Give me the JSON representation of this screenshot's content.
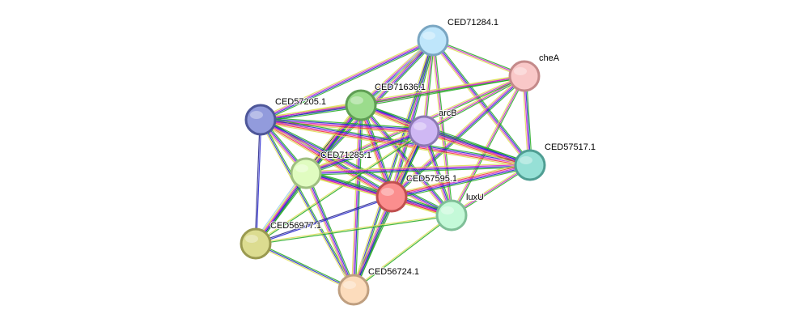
{
  "nodes": [
    {
      "id": "CED71284.1",
      "label": "CED71284.1",
      "fill": "#bfe6fb",
      "stroke": "#7aa6c2"
    },
    {
      "id": "cheA",
      "label": "cheA",
      "fill": "#f9c8c8",
      "stroke": "#c48a8a"
    },
    {
      "id": "CED71636.1",
      "label": "CED71636.1",
      "fill": "#9bdc8c",
      "stroke": "#5f9e54"
    },
    {
      "id": "CED57205.1",
      "label": "CED57205.1",
      "fill": "#929bdc",
      "stroke": "#4e5799"
    },
    {
      "id": "arcB",
      "label": "arcB",
      "fill": "#cfb8f4",
      "stroke": "#8c79b3"
    },
    {
      "id": "CED57517.1",
      "label": "CED57517.1",
      "fill": "#96e0d6",
      "stroke": "#4f9e93"
    },
    {
      "id": "CED71285.1",
      "label": "CED71285.1",
      "fill": "#e0fcc0",
      "stroke": "#9fbf80"
    },
    {
      "id": "CED57595.1",
      "label": "CED57595.1",
      "fill": "#fb8e8e",
      "stroke": "#c04f4f"
    },
    {
      "id": "luxU",
      "label": "luxU",
      "fill": "#c4f9d8",
      "stroke": "#7fbf97"
    },
    {
      "id": "CED56977.1",
      "label": "CED56977.1",
      "fill": "#dcdc90",
      "stroke": "#9a9a50"
    },
    {
      "id": "CED56724.1",
      "label": "CED56724.1",
      "fill": "#fcdcbc",
      "stroke": "#bf9f80"
    }
  ],
  "edges": [
    [
      "CED71284.1",
      "cheA",
      [
        "#22aa22",
        "#cc22cc",
        "#dddd55"
      ]
    ],
    [
      "CED71284.1",
      "CED71636.1",
      [
        "#22aa22",
        "#2222cc",
        "#cc22cc",
        "#dddd55"
      ]
    ],
    [
      "CED71284.1",
      "CED57205.1",
      [
        "#22aa22",
        "#2222cc",
        "#cc22cc",
        "#dddd55"
      ]
    ],
    [
      "CED71284.1",
      "arcB",
      [
        "#22aa22",
        "#cc22cc",
        "#dddd55"
      ]
    ],
    [
      "CED71284.1",
      "CED57517.1",
      [
        "#22aa22",
        "#2222cc",
        "#cc22cc",
        "#dddd55"
      ]
    ],
    [
      "CED71284.1",
      "CED71285.1",
      [
        "#22aa22",
        "#2222cc",
        "#cc22cc",
        "#dddd55",
        "#99ccee"
      ]
    ],
    [
      "CED71284.1",
      "CED57595.1",
      [
        "#22aa22",
        "#2222cc",
        "#cc22cc",
        "#dddd55"
      ]
    ],
    [
      "CED71284.1",
      "luxU",
      [
        "#22aa22",
        "#cc22cc",
        "#dddd55"
      ]
    ],
    [
      "CED71284.1",
      "CED56724.1",
      [
        "#22aa22",
        "#2222cc",
        "#dddd55"
      ]
    ],
    [
      "cheA",
      "CED71636.1",
      [
        "#22aa22",
        "#cc22cc",
        "#dddd55"
      ]
    ],
    [
      "cheA",
      "CED57205.1",
      [
        "#22aa22",
        "#cc22cc",
        "#dddd55"
      ]
    ],
    [
      "cheA",
      "arcB",
      [
        "#22aa22",
        "#cc22cc",
        "#dddd55"
      ]
    ],
    [
      "cheA",
      "CED57517.1",
      [
        "#22aa22",
        "#2222cc",
        "#cc22cc",
        "#dddd55"
      ]
    ],
    [
      "cheA",
      "CED71285.1",
      [
        "#22aa22",
        "#cc22cc",
        "#dddd55"
      ]
    ],
    [
      "cheA",
      "CED57595.1",
      [
        "#22aa22",
        "#2222cc",
        "#cc22cc",
        "#dddd55"
      ]
    ],
    [
      "cheA",
      "luxU",
      [
        "#22aa22",
        "#cc22cc",
        "#dddd55"
      ]
    ],
    [
      "CED71636.1",
      "CED57205.1",
      [
        "#22aa22",
        "#2222cc",
        "#cc22cc",
        "#dddd55"
      ]
    ],
    [
      "CED71636.1",
      "arcB",
      [
        "#22aa22",
        "#2222cc",
        "#cc22cc",
        "#ee3333",
        "#dddd55"
      ]
    ],
    [
      "CED71636.1",
      "CED57517.1",
      [
        "#22aa22",
        "#2222cc",
        "#cc22cc",
        "#dddd55"
      ]
    ],
    [
      "CED71636.1",
      "CED71285.1",
      [
        "#22aa22",
        "#2222cc",
        "#cc22cc",
        "#222222",
        "#dddd55"
      ]
    ],
    [
      "CED71636.1",
      "CED57595.1",
      [
        "#22aa22",
        "#2222cc",
        "#cc22cc",
        "#ee3333",
        "#dddd55"
      ]
    ],
    [
      "CED71636.1",
      "luxU",
      [
        "#22aa22",
        "#2222cc",
        "#cc22cc",
        "#dddd55"
      ]
    ],
    [
      "CED71636.1",
      "CED56977.1",
      [
        "#22aa22",
        "#2222cc",
        "#cc22cc",
        "#dddd55"
      ]
    ],
    [
      "CED71636.1",
      "CED56724.1",
      [
        "#22aa22",
        "#2222cc",
        "#cc22cc",
        "#dddd55"
      ]
    ],
    [
      "CED57205.1",
      "arcB",
      [
        "#22aa22",
        "#2222cc",
        "#cc22cc",
        "#ee3333",
        "#dddd55"
      ]
    ],
    [
      "CED57205.1",
      "CED57517.1",
      [
        "#22aa22",
        "#2222cc",
        "#cc22cc",
        "#ee3333",
        "#dddd55"
      ]
    ],
    [
      "CED57205.1",
      "CED71285.1",
      [
        "#22aa22",
        "#2222cc",
        "#cc22cc",
        "#dddd55"
      ]
    ],
    [
      "CED57205.1",
      "CED57595.1",
      [
        "#22aa22",
        "#2222cc",
        "#cc22cc",
        "#ee3333",
        "#dddd55"
      ]
    ],
    [
      "CED57205.1",
      "luxU",
      [
        "#22aa22",
        "#2222cc",
        "#cc22cc",
        "#dddd55"
      ]
    ],
    [
      "CED57205.1",
      "CED56977.1",
      [
        "#2222cc",
        "#222288"
      ]
    ],
    [
      "CED57205.1",
      "CED56724.1",
      [
        "#22aa22",
        "#2222cc",
        "#dddd55"
      ]
    ],
    [
      "arcB",
      "CED57517.1",
      [
        "#22aa22",
        "#2222cc",
        "#cc22cc",
        "#ee3333",
        "#dddd55"
      ]
    ],
    [
      "arcB",
      "CED71285.1",
      [
        "#22aa22",
        "#2222cc",
        "#cc22cc",
        "#dddd55"
      ]
    ],
    [
      "arcB",
      "CED57595.1",
      [
        "#22aa22",
        "#2222cc",
        "#cc22cc",
        "#ee3333",
        "#dddd55"
      ]
    ],
    [
      "arcB",
      "luxU",
      [
        "#22aa22",
        "#2222cc",
        "#cc22cc",
        "#dddd55"
      ]
    ],
    [
      "arcB",
      "CED56977.1",
      [
        "#22aa22",
        "#dddd55"
      ]
    ],
    [
      "arcB",
      "CED56724.1",
      [
        "#22aa22",
        "#2222cc",
        "#dddd55"
      ]
    ],
    [
      "CED57517.1",
      "CED71285.1",
      [
        "#22aa22",
        "#2222cc",
        "#cc22cc",
        "#dddd55"
      ]
    ],
    [
      "CED57517.1",
      "CED57595.1",
      [
        "#22aa22",
        "#2222cc",
        "#cc22cc",
        "#ee3333",
        "#dddd55"
      ]
    ],
    [
      "CED57517.1",
      "luxU",
      [
        "#22aa22",
        "#cc22cc",
        "#dddd55"
      ]
    ],
    [
      "CED71285.1",
      "CED57595.1",
      [
        "#22aa22",
        "#2222cc",
        "#cc22cc",
        "#ee3333",
        "#dddd55"
      ]
    ],
    [
      "CED71285.1",
      "luxU",
      [
        "#22aa22",
        "#2222cc",
        "#cc22cc",
        "#dddd55"
      ]
    ],
    [
      "CED71285.1",
      "CED56977.1",
      [
        "#22aa22",
        "#2222cc",
        "#cc22cc",
        "#dddd55",
        "#99ccee"
      ]
    ],
    [
      "CED71285.1",
      "CED56724.1",
      [
        "#22aa22",
        "#2222cc",
        "#cc22cc",
        "#dddd55"
      ]
    ],
    [
      "CED57595.1",
      "luxU",
      [
        "#22aa22",
        "#2222cc",
        "#cc22cc",
        "#ee3333",
        "#dddd55"
      ]
    ],
    [
      "CED57595.1",
      "CED56977.1",
      [
        "#2222cc",
        "#222288"
      ]
    ],
    [
      "CED57595.1",
      "CED56724.1",
      [
        "#22aa22",
        "#2222cc",
        "#cc22cc",
        "#dddd55"
      ]
    ],
    [
      "luxU",
      "CED56977.1",
      [
        "#22aa22",
        "#dddd55"
      ]
    ],
    [
      "luxU",
      "CED56724.1",
      [
        "#22aa22",
        "#dddd55"
      ]
    ],
    [
      "CED56977.1",
      "CED56724.1",
      [
        "#22aa22",
        "#2222cc",
        "#dddd55"
      ]
    ]
  ]
}
